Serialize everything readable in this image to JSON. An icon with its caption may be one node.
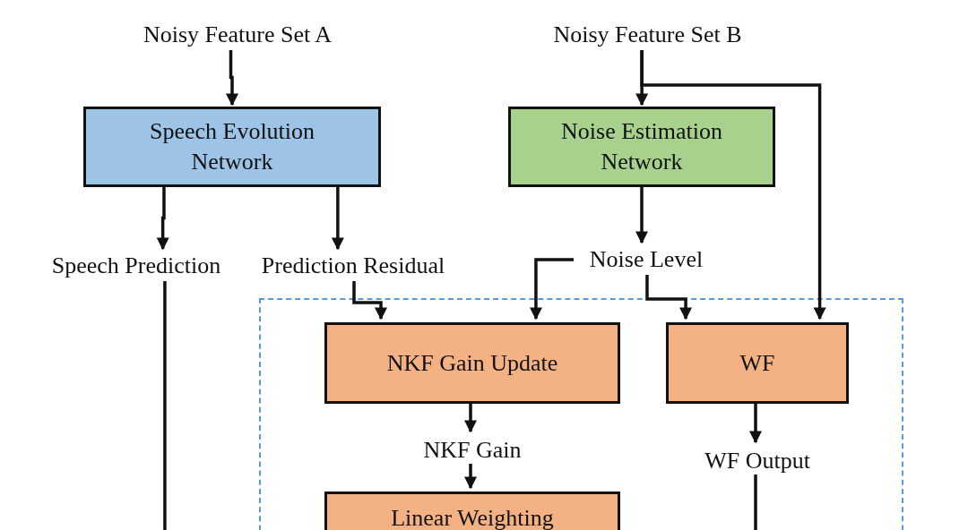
{
  "diagram": {
    "nodes": [
      {
        "text": [
          "Noisy Feature Set A"
        ]
      },
      {
        "text": [
          "Speech Evolution Network"
        ]
      },
      {
        "text": [
          "Noisy Feature Set B"
        ]
      },
      {
        "text": [
          "Noise Estimation Network"
        ]
      },
      {
        "text": [
          "Speech Prediction"
        ]
      },
      {
        "text": [
          "Prediction Residual"
        ]
      },
      {
        "text": [
          "Noise Level"
        ]
      },
      {
        "text": [],
        "shape": "box"
      },
      {
        "text": [
          "NKF Gain Update"
        ],
        "in": 7
      },
      {
        "text": [
          "WF"
        ],
        "in": 7
      },
      {
        "text": [
          "NKF Gain"
        ],
        "in": 7
      },
      {
        "text": [
          "WF Output"
        ],
        "in": 7
      },
      {
        "text": [
          "Linear Weighting"
        ],
        "in": 7
      }
    ],
    "edges": [
      {
        "from": 0,
        "to": 1,
        "arrow": "to"
      },
      {
        "from": 2,
        "to": 3,
        "arrow": "to"
      },
      {
        "from": 2,
        "to": 9,
        "arrow": "to"
      },
      {
        "from": 1,
        "to": 4,
        "arrow": "to"
      },
      {
        "from": 1,
        "to": 5,
        "arrow": "to"
      },
      {
        "from": 3,
        "to": 6,
        "arrow": "to"
      },
      {
        "from": 5,
        "to": 8,
        "arrow": "to"
      },
      {
        "from": 6,
        "to": 8,
        "arrow": "to"
      },
      {
        "from": 6,
        "to": 9,
        "arrow": "to"
      },
      {
        "from": 8,
        "to": 10,
        "arrow": "to"
      },
      {
        "from": 10,
        "to": 12,
        "arrow": "to"
      },
      {
        "from": 9,
        "to": 11,
        "arrow": "to"
      },
      {
        "from": 4,
        "to": null,
        "arrow": "none"
      },
      {
        "from": 11,
        "to": null,
        "arrow": "none"
      }
    ]
  }
}
